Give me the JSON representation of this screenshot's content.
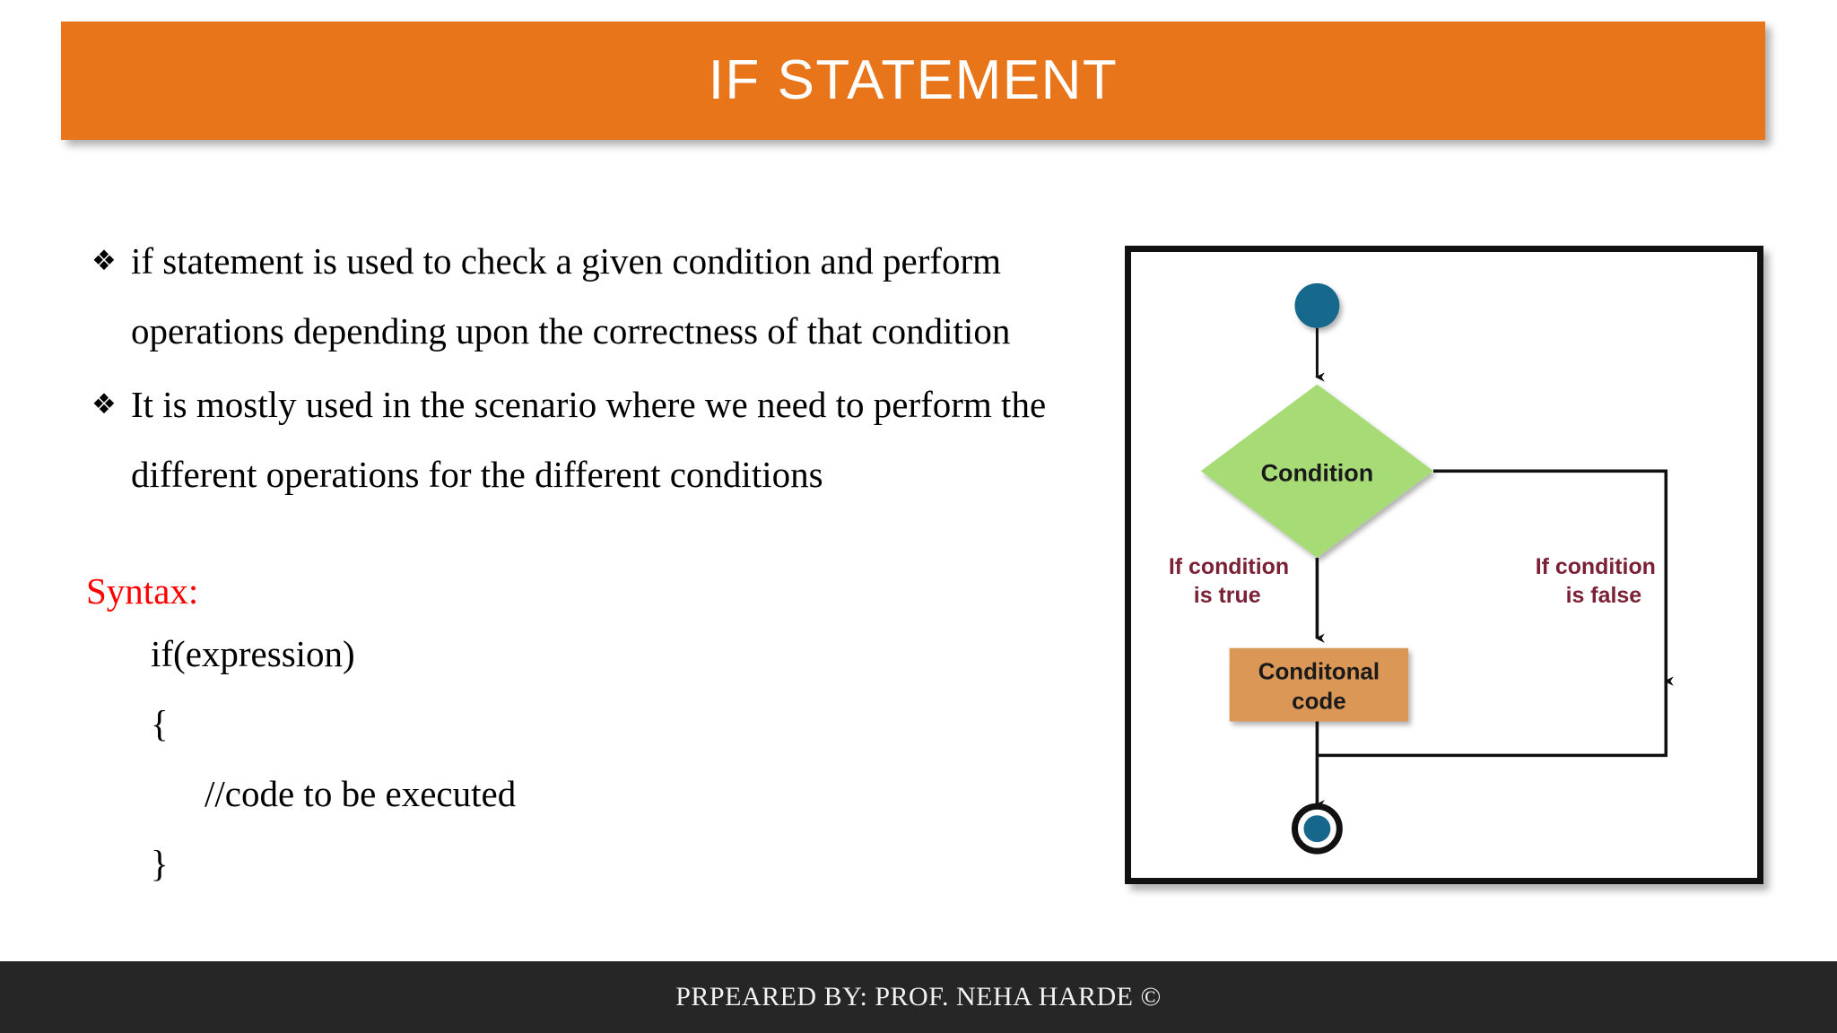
{
  "slide": {
    "title": "IF STATEMENT",
    "banner_color": "#E8751A",
    "title_color": "#FFFFFF",
    "background": "#FFFFFF"
  },
  "bullets": [
    {
      "marker": "four-pointed-star-bullet",
      "marker_glyph": "❖",
      "text": "if statement is used to check a given condition and perform operations depending upon the correctness of that condition"
    },
    {
      "marker": "four-pointed-star-bullet",
      "marker_glyph": "❖",
      "text": "It is mostly used in the scenario where we need to perform the different operations for the different conditions"
    }
  ],
  "syntax": {
    "label": "Syntax:",
    "label_color": "#FF0000",
    "lines": [
      "if(expression)",
      "{",
      "//code to be executed",
      "}"
    ]
  },
  "diagram": {
    "title": "if-statement-flowchart",
    "border_color": "#111111",
    "start_node": {
      "name": "start-node",
      "shape": "filled-circle",
      "color": "#17678C"
    },
    "decision_node": {
      "name": "condition-decision",
      "shape": "diamond",
      "label": "Condition",
      "fill": "#A6DB76",
      "text_color": "#1A1A1A"
    },
    "process_node": {
      "name": "conditional-code-process",
      "shape": "rectangle",
      "label_line1": "Conditonal",
      "label_line2": "code",
      "fill": "#DB9757",
      "text_color": "#1A1A1A"
    },
    "end_node": {
      "name": "end-node",
      "shape": "ringed-filled-circle",
      "ring_color": "#111111",
      "fill": "#17678C"
    },
    "edge_labels": [
      {
        "name": "true-branch-label",
        "line1": "If condition",
        "line2": "is true",
        "color": "#7B2135"
      },
      {
        "name": "false-branch-label",
        "line1": "If condition",
        "line2": "is false",
        "color": "#7B2135"
      }
    ]
  },
  "footer": {
    "text": "PRPEARED BY: PROF. NEHA HARDE ©",
    "bar_color": "#262626",
    "text_color": "#F2F2F2"
  }
}
